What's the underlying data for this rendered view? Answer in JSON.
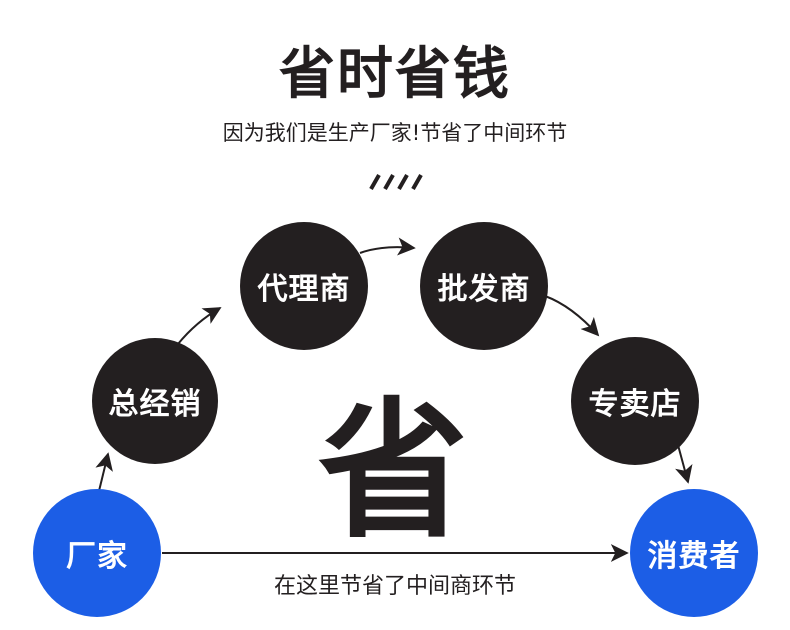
{
  "header": {
    "title": "省时省钱",
    "subtitle": "因为我们是生产厂家!节省了中间环节"
  },
  "diagram": {
    "nodes": [
      {
        "id": "manufacturer",
        "label": "厂家",
        "color": "#1c5ee6"
      },
      {
        "id": "general-distributor",
        "label": "总经销",
        "color": "#231f20"
      },
      {
        "id": "agent",
        "label": "代理商",
        "color": "#231f20"
      },
      {
        "id": "wholesaler",
        "label": "批发商",
        "color": "#231f20"
      },
      {
        "id": "specialty-store",
        "label": "专卖店",
        "color": "#231f20"
      },
      {
        "id": "consumer",
        "label": "消费者",
        "color": "#1c5ee6"
      }
    ],
    "center_char": "省",
    "bottom_caption": "在这里节省了中间商环节"
  }
}
